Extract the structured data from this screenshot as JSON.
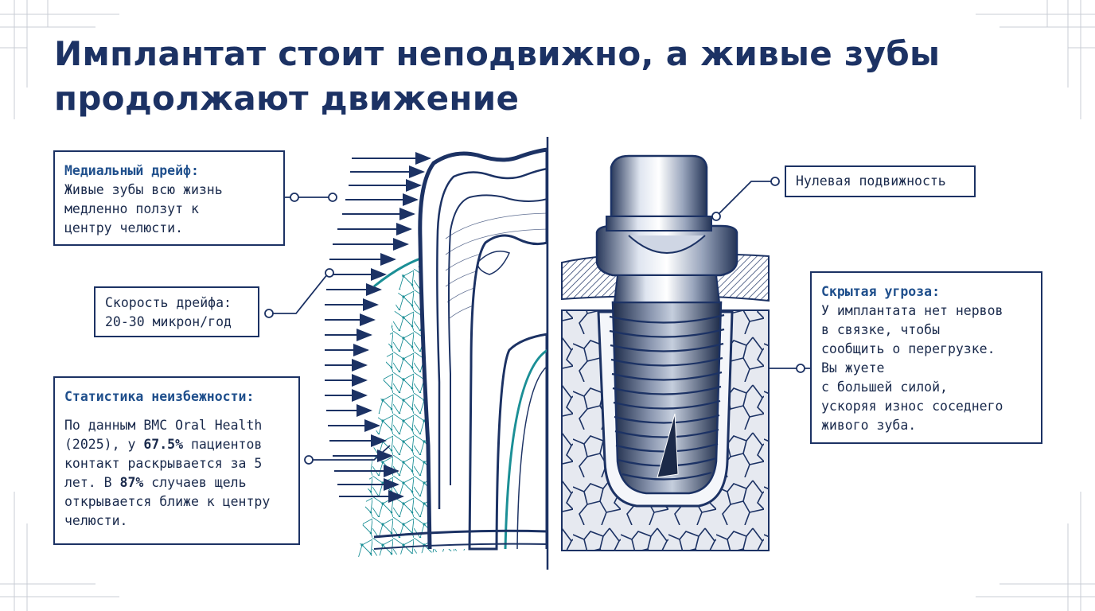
{
  "title": {
    "line1": "Имплантат стоит неподвижно, а живые зубы",
    "line2": "продолжают движение"
  },
  "callouts": {
    "medial_drift": {
      "heading": "Медиальный дрейф:",
      "lines": [
        "Живые зубы всю жизнь",
        "медленно ползут к",
        "центру челюсти."
      ]
    },
    "drift_speed": {
      "lines": [
        "Скорость дрейфа:",
        "20-30 микрон/год"
      ]
    },
    "statistics": {
      "heading": "Статистика неизбежности:",
      "l1": "По данным BMC Oral Health",
      "l2_pre": "(2025), у ",
      "l2_bold": "67.5%",
      "l2_post": " пациентов",
      "l3": "контакт раскрывается за 5",
      "l4_pre": "лет. В ",
      "l4_bold": "87%",
      "l4_post": " случаев щель",
      "l5": "открывается ближе к центру",
      "l6": "челюсти."
    },
    "zero_mobility": {
      "label": "Нулевая подвижность"
    },
    "hidden_threat": {
      "heading": "Скрытая угроза:",
      "lines": [
        "У имплантата нет нервов",
        "в связке, чтобы",
        "сообщить о перегрузке.",
        "Вы жуете",
        "с большей силой,",
        "ускоряя износ соседнего",
        "живого зуба."
      ]
    }
  },
  "colors": {
    "navy": "#1c3264",
    "teal": "#1b8f96",
    "heading_blue": "#1f4f8c"
  }
}
